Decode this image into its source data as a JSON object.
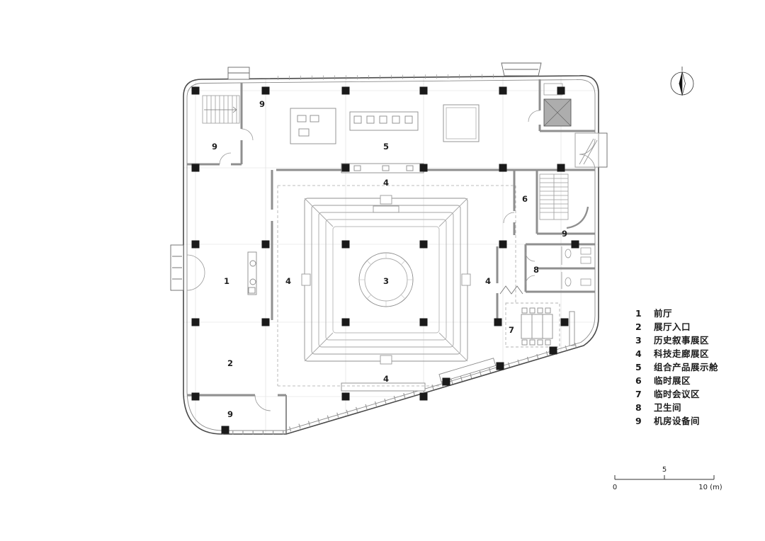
{
  "legend": {
    "items": [
      {
        "num": "1",
        "label": "前厅"
      },
      {
        "num": "2",
        "label": "展厅入口"
      },
      {
        "num": "3",
        "label": "历史叙事展区"
      },
      {
        "num": "4",
        "label": "科技走廊展区"
      },
      {
        "num": "5",
        "label": "组合产品展示舱"
      },
      {
        "num": "6",
        "label": "临时展区"
      },
      {
        "num": "7",
        "label": "临时会议区"
      },
      {
        "num": "8",
        "label": "卫生间"
      },
      {
        "num": "9",
        "label": "机房设备间"
      }
    ]
  },
  "plan": {
    "labels": [
      "9",
      "9",
      "5",
      "4",
      "6",
      "9",
      "1",
      "4",
      "3",
      "4",
      "8",
      "7",
      "2",
      "4",
      "9"
    ]
  },
  "scale_bar": {
    "zero": "0",
    "five": "5",
    "ten": "10 (m)"
  }
}
